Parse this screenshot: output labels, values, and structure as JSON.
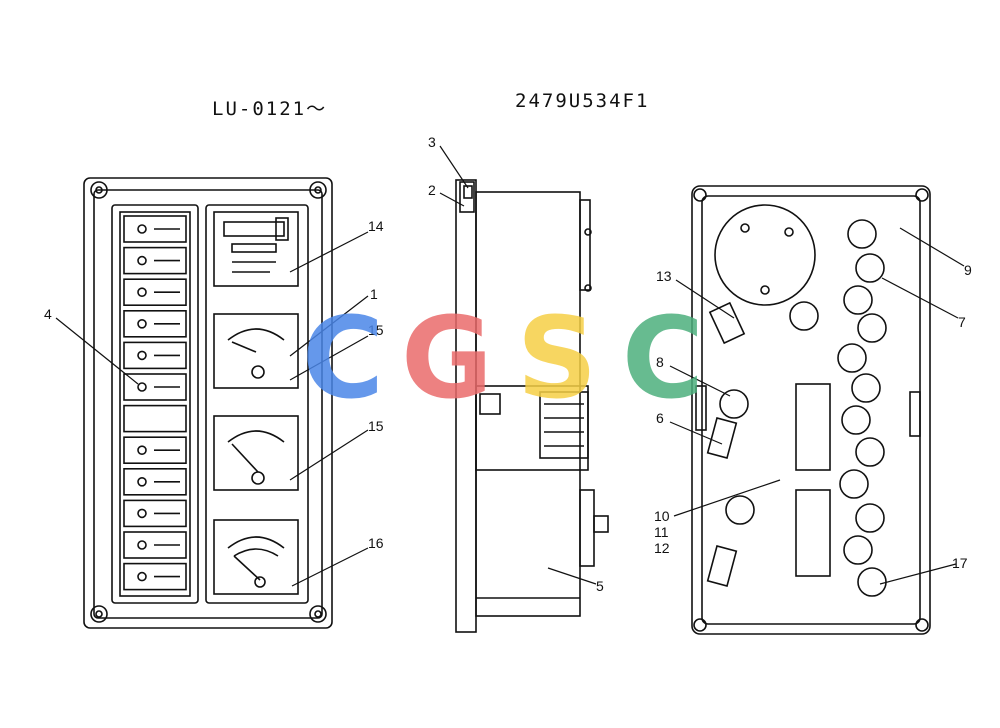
{
  "header": {
    "left_label": "LU-0121〜",
    "right_label": "2479U534F1"
  },
  "callouts": [
    {
      "id": "c3",
      "text": "3"
    },
    {
      "id": "c2",
      "text": "2"
    },
    {
      "id": "c14",
      "text": "14"
    },
    {
      "id": "c1",
      "text": "1"
    },
    {
      "id": "c15a",
      "text": "15"
    },
    {
      "id": "c15b",
      "text": "15"
    },
    {
      "id": "c16",
      "text": "16"
    },
    {
      "id": "c4",
      "text": "4"
    },
    {
      "id": "c5",
      "text": "5"
    },
    {
      "id": "c9",
      "text": "9"
    },
    {
      "id": "c7",
      "text": "7"
    },
    {
      "id": "c13",
      "text": "13"
    },
    {
      "id": "c8",
      "text": "8"
    },
    {
      "id": "c6",
      "text": "6"
    },
    {
      "id": "c10",
      "text": "10"
    },
    {
      "id": "c11",
      "text": "11"
    },
    {
      "id": "c12",
      "text": "12"
    },
    {
      "id": "c17",
      "text": "17"
    }
  ],
  "watermark": {
    "letters": [
      "C",
      "G",
      "S",
      "C"
    ],
    "colors": [
      "#4a86e8",
      "#ea6b6b",
      "#f6cf45",
      "#4caf7d"
    ]
  }
}
